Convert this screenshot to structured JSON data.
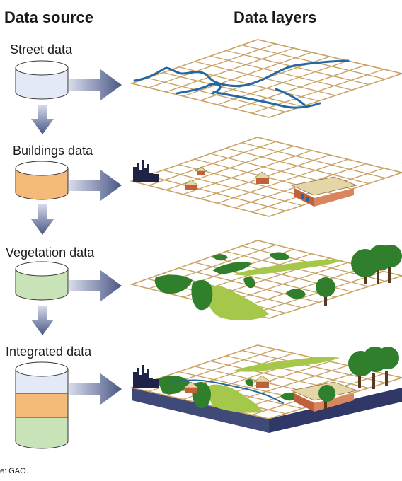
{
  "headings": {
    "source": "Data source",
    "layers": "Data layers"
  },
  "sources": [
    {
      "label": "Street data",
      "color": "#e3e9f6"
    },
    {
      "label": "Buildings data",
      "color": "#f5b97a"
    },
    {
      "label": "Vegetation data",
      "color": "#c9e3b8"
    },
    {
      "label": "Integrated data",
      "color": "#e3e9f6"
    }
  ],
  "caption": "e: GAO.",
  "colors": {
    "grid": "#c9a266",
    "arrow": "#4a5785",
    "street": "#2367a3",
    "veg_dark": "#2f7f2d",
    "veg_light": "#a6c84a",
    "building_roof": "#e4d6a6",
    "building_wall": "#c0613a",
    "city": "#1f2347",
    "base": "#3f4a78"
  }
}
